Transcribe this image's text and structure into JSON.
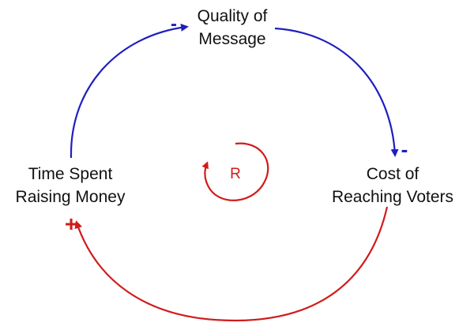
{
  "nodes": {
    "quality": {
      "line1": "Quality of",
      "line2": "Message"
    },
    "cost": {
      "line1": "Cost of",
      "line2": "Reaching Voters"
    },
    "time": {
      "line1": "Time Spent",
      "line2": "Raising Money"
    }
  },
  "links": {
    "time_to_quality": {
      "polarity": "-",
      "color": "#1f1fbf"
    },
    "quality_to_cost": {
      "polarity": "-",
      "color": "#1f1fbf"
    },
    "cost_to_time": {
      "polarity": "+",
      "color": "#d11b1b"
    }
  },
  "loop": {
    "label": "R",
    "color": "#d11b1b"
  }
}
